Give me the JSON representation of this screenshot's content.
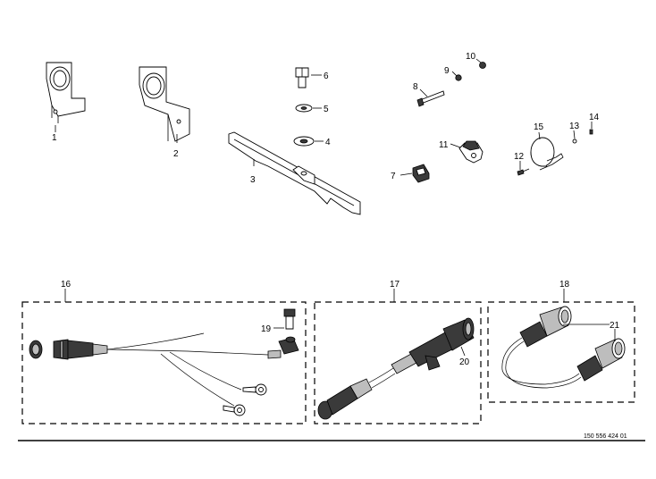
{
  "labels": {
    "p1": "1",
    "p2": "2",
    "p3": "3",
    "p4": "4",
    "p5": "5",
    "p6": "6",
    "p7": "7",
    "p8": "8",
    "p9": "9",
    "p10": "10",
    "p11": "11",
    "p12": "12",
    "p13": "13",
    "p14": "14",
    "p15": "15",
    "p16": "16",
    "p17": "17",
    "p18": "18",
    "p19": "19",
    "p20": "20",
    "p21": "21"
  },
  "document_number": "150 556 424 01"
}
